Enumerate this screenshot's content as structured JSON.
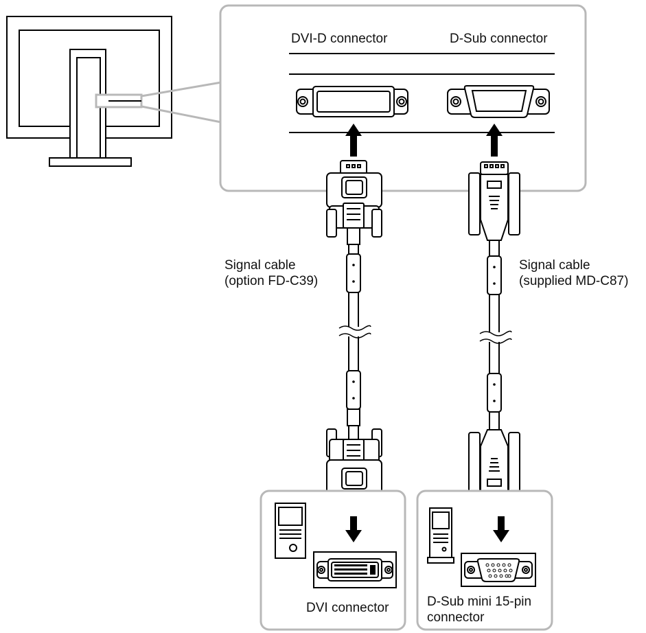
{
  "labels": {
    "dvi_d_connector": "DVI-D connector",
    "d_sub_connector": "D-Sub connector",
    "signal_cable_left_line1": "Signal cable",
    "signal_cable_left_line2": "(option FD-C39)",
    "signal_cable_right_line1": "Signal cable",
    "signal_cable_right_line2": "(supplied MD-C87)",
    "dvi_connector": "DVI connector",
    "dsub_mini_line1": "D-Sub mini 15-pin",
    "dsub_mini_line2": "connector"
  },
  "colors": {
    "line": "#000000",
    "panel_border": "#b8b8b8",
    "fill": "#ffffff"
  }
}
